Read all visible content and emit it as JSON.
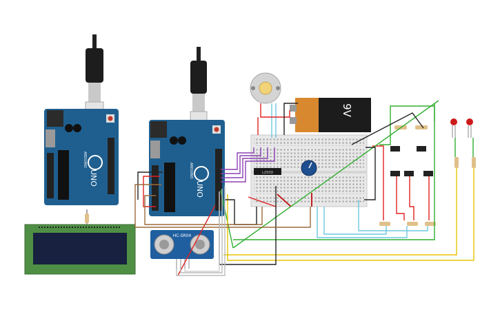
{
  "battery": {
    "label": "9V"
  },
  "arduino_left": {
    "board_label": "UNO",
    "brand_label": "ARDUINO"
  },
  "arduino_right": {
    "board_label": "UNO",
    "brand_label": "ARDUINO"
  },
  "ic": {
    "label": "L293D"
  },
  "ultrasonic": {
    "label": "HC-SR04"
  },
  "colors": {
    "board_blue": "#1f5f8f",
    "breadboard": "#e8e8e8",
    "lcd_green": "#4f8f45",
    "lcd_screen": "#18213f",
    "battery_orange": "#d8892f",
    "led_red": "#cc1b1b",
    "wire_red": "#e02020",
    "wire_green": "#2fae2f",
    "wire_yellow": "#e8c300",
    "wire_purple": "#8b3fb3",
    "wire_lightblue": "#6cc7e0",
    "wire_black": "#222222",
    "wire_brown": "#9a6a3a"
  }
}
